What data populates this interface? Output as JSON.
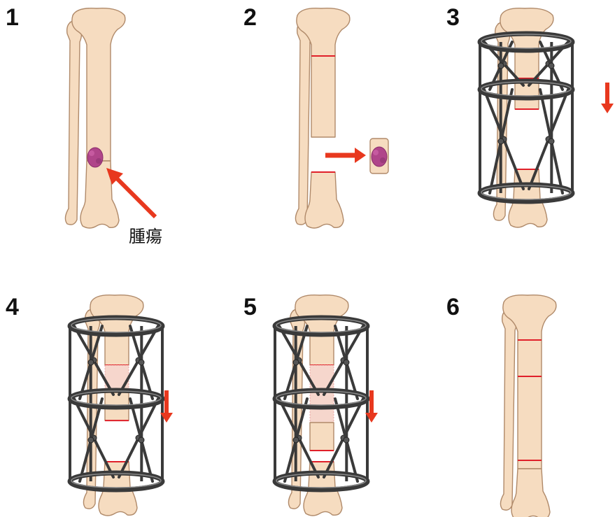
{
  "steps": [
    {
      "number": "1",
      "state": "tumor"
    },
    {
      "number": "2",
      "state": "resected"
    },
    {
      "number": "3",
      "state": "frame-transport",
      "transport_fraction": 0.0
    },
    {
      "number": "4",
      "state": "frame-transport",
      "transport_fraction": 0.45
    },
    {
      "number": "5",
      "state": "frame-transport",
      "transport_fraction": 1.0
    },
    {
      "number": "6",
      "state": "healed"
    }
  ],
  "tumor_label": "腫瘍",
  "colors": {
    "bone": "#f6dcc0",
    "bone_outline": "#b08a6a",
    "cut_line": "#e0202a",
    "tumor": "#b0458a",
    "arrow": "#e8381e",
    "frame": "#3a3a3a"
  }
}
